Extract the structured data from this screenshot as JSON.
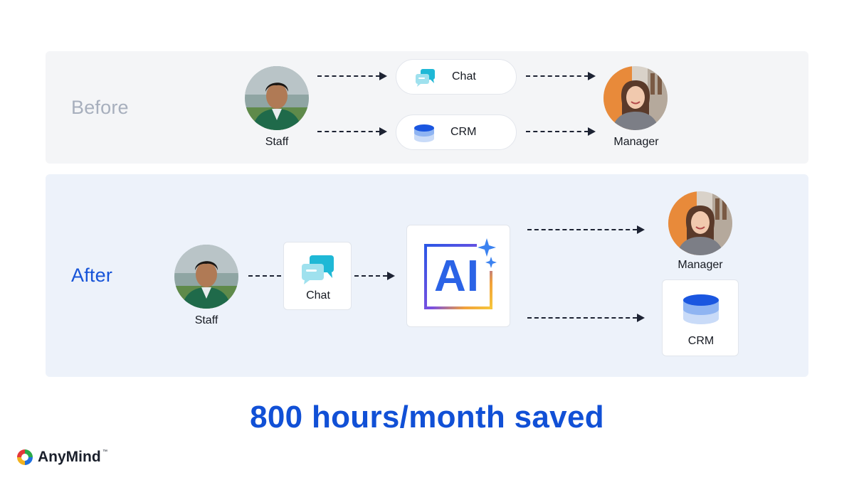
{
  "before": {
    "label": "Before",
    "staff_label": "Staff",
    "manager_label": "Manager",
    "tools": [
      {
        "label": "Chat",
        "icon": "chat-icon"
      },
      {
        "label": "CRM",
        "icon": "database-icon"
      }
    ]
  },
  "after": {
    "label": "After",
    "staff_label": "Staff",
    "chat_label": "Chat",
    "ai_label": "AI",
    "manager_label": "Manager",
    "crm_label": "CRM"
  },
  "headline": "800 hours/month saved",
  "brand": {
    "name": "AnyMind",
    "trademark": "™"
  },
  "colors": {
    "accent": "#1150d6",
    "before_label": "#a7afbd",
    "before_panel": "#f4f5f7",
    "after_panel": "#edf2fa",
    "chat_icon": "#1fb8d6",
    "crm_icon": "#1a56e0"
  }
}
